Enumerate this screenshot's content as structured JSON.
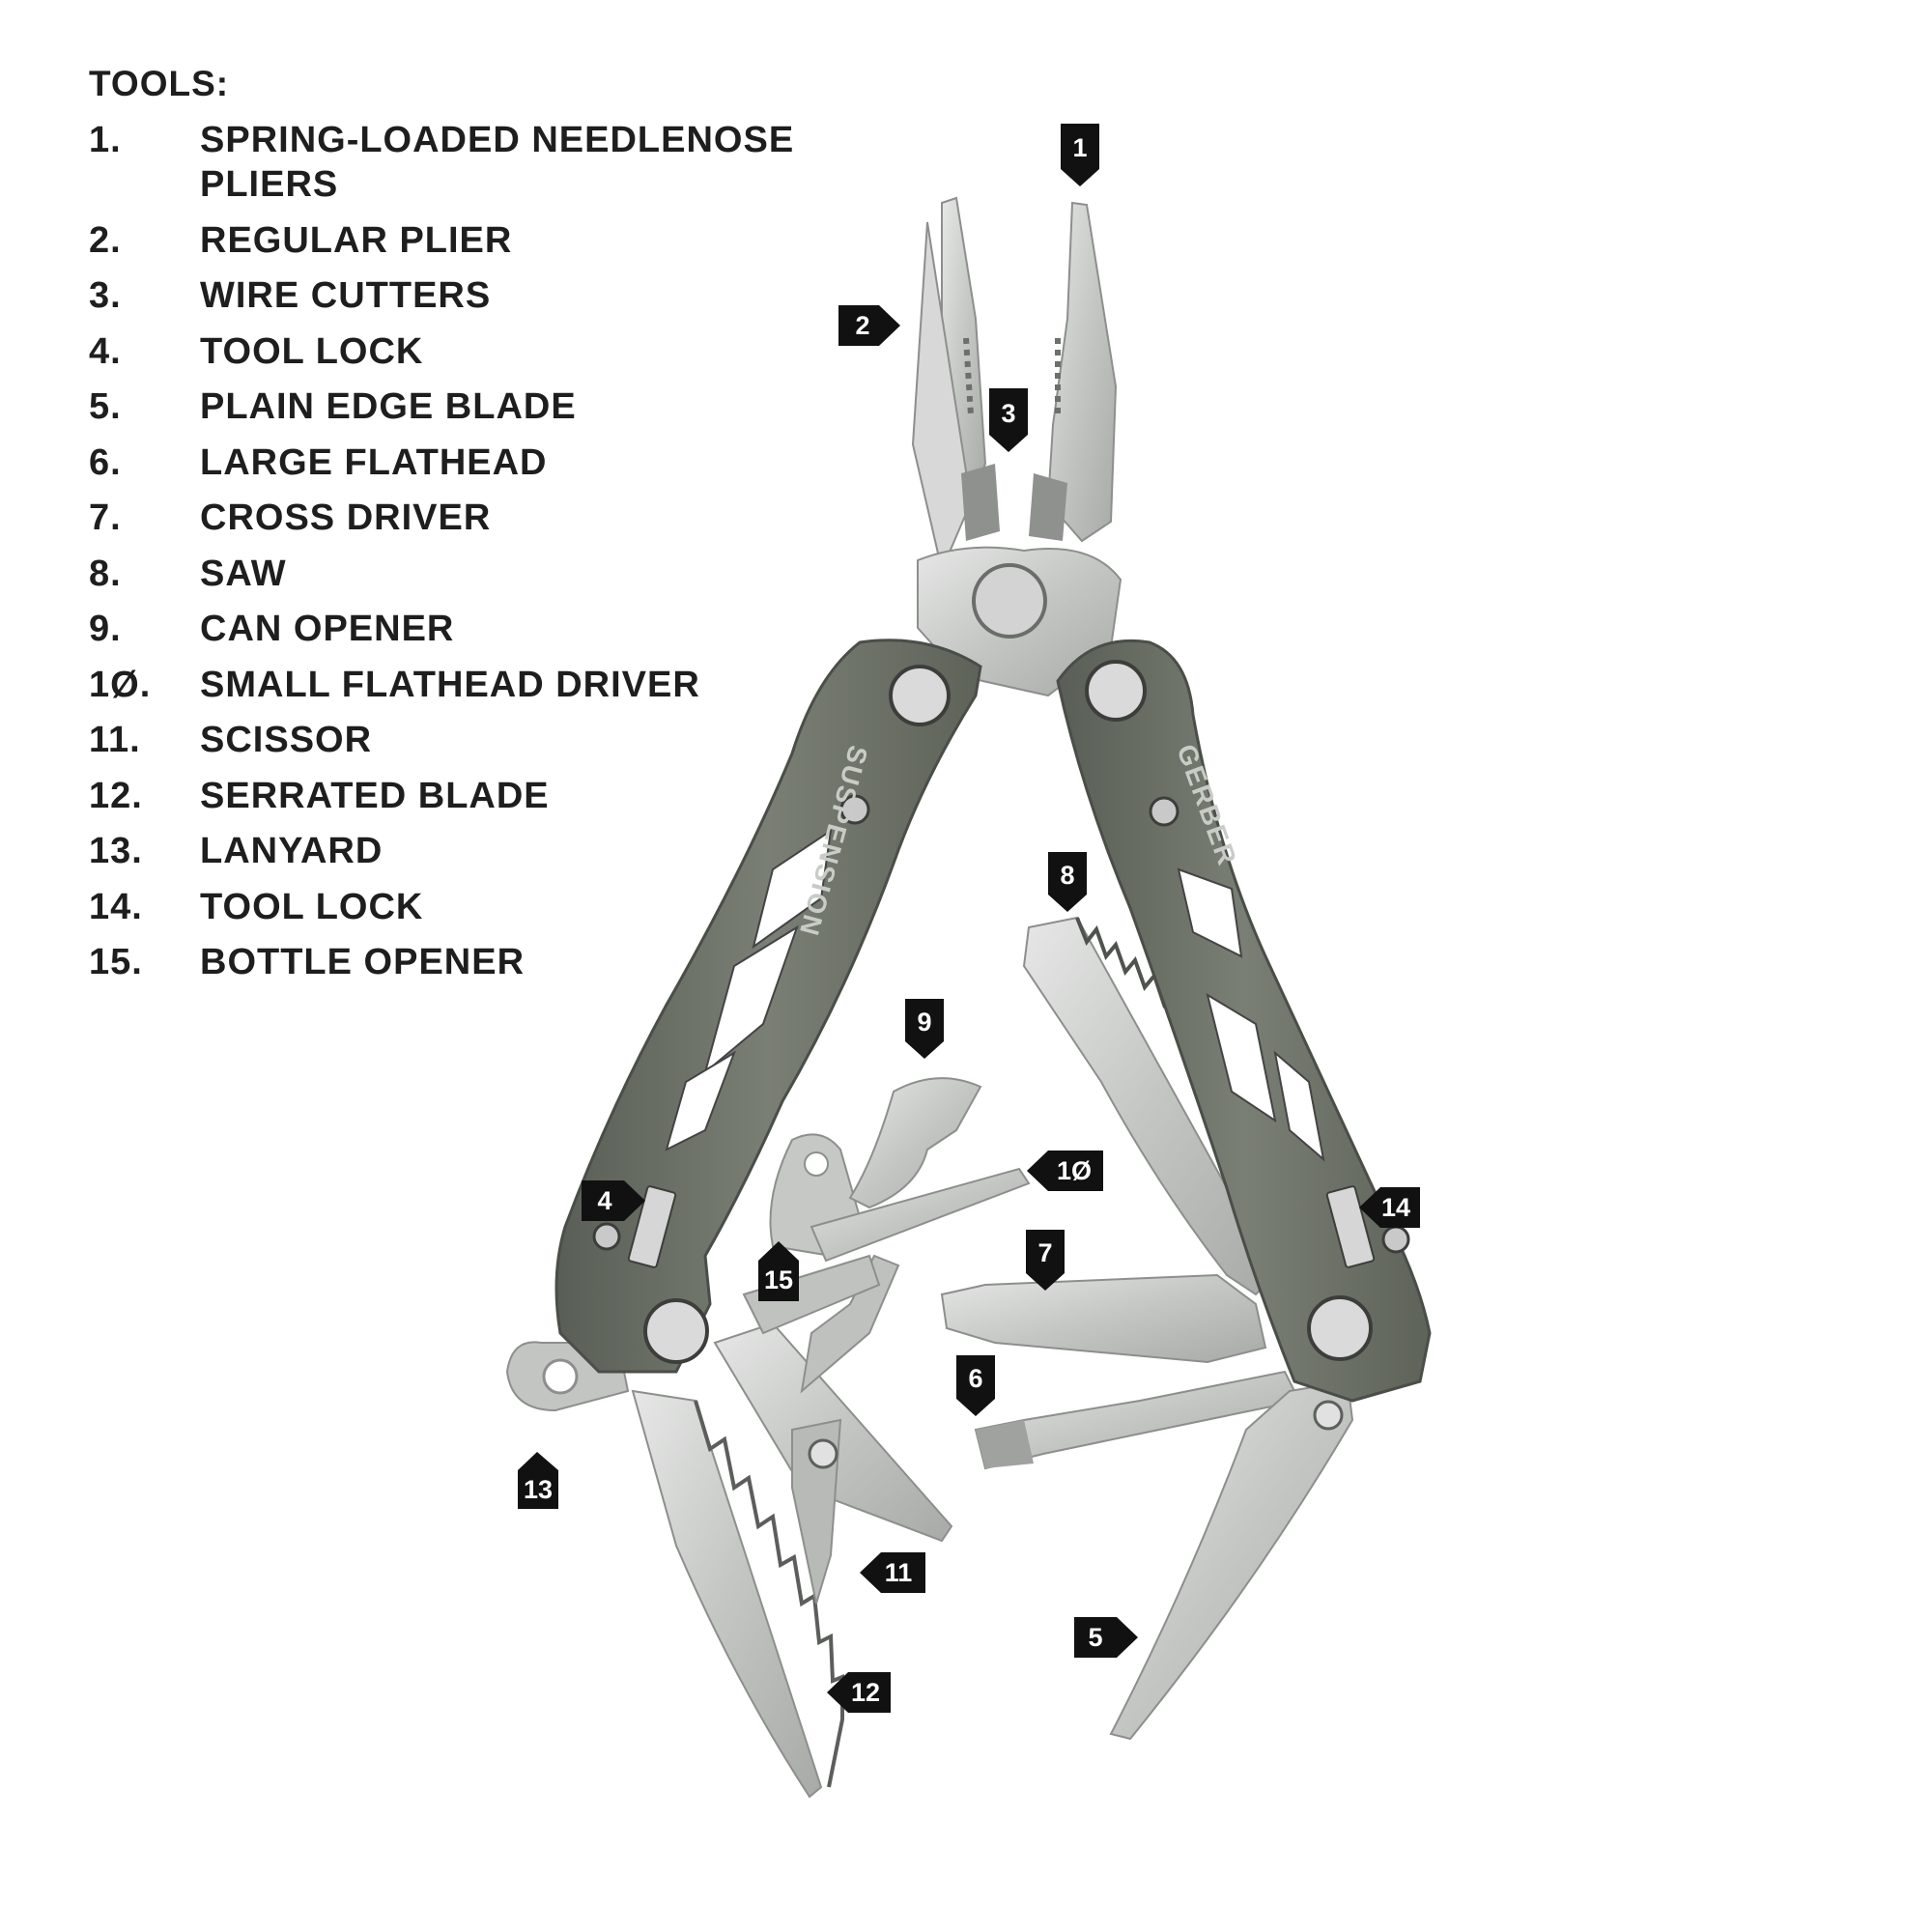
{
  "heading": "TOOLS:",
  "tools": [
    {
      "num": "1.",
      "name": "SPRING-LOADED NEEDLENOSE PLIERS"
    },
    {
      "num": "2.",
      "name": "REGULAR PLIER"
    },
    {
      "num": "3.",
      "name": "WIRE CUTTERS"
    },
    {
      "num": "4.",
      "name": "TOOL LOCK"
    },
    {
      "num": "5.",
      "name": "PLAIN EDGE BLADE"
    },
    {
      "num": "6.",
      "name": "LARGE FLATHEAD"
    },
    {
      "num": "7.",
      "name": "CROSS DRIVER"
    },
    {
      "num": "8.",
      "name": "SAW"
    },
    {
      "num": "9.",
      "name": "CAN OPENER"
    },
    {
      "num": "1Ø.",
      "name": "SMALL FLATHEAD DRIVER"
    },
    {
      "num": "11.",
      "name": "SCISSOR"
    },
    {
      "num": "12.",
      "name": "SERRATED BLADE"
    },
    {
      "num": "13.",
      "name": "LANYARD"
    },
    {
      "num": "14.",
      "name": "TOOL LOCK"
    },
    {
      "num": "15.",
      "name": "BOTTLE OPENER"
    }
  ],
  "callouts": {
    "c1": "1",
    "c2": "2",
    "c3": "3",
    "c4": "4",
    "c5": "5",
    "c6": "6",
    "c7": "7",
    "c8": "8",
    "c9": "9",
    "c10": "1Ø",
    "c11": "11",
    "c12": "12",
    "c13": "13",
    "c14": "14",
    "c15": "15"
  },
  "branding": {
    "left_handle": "SUSPENSION",
    "right_handle": "GERBER"
  },
  "colors": {
    "handle": "#6f746b",
    "steel": "#c9cbc9",
    "callout": "#111111",
    "text": "#1e1e1e"
  }
}
